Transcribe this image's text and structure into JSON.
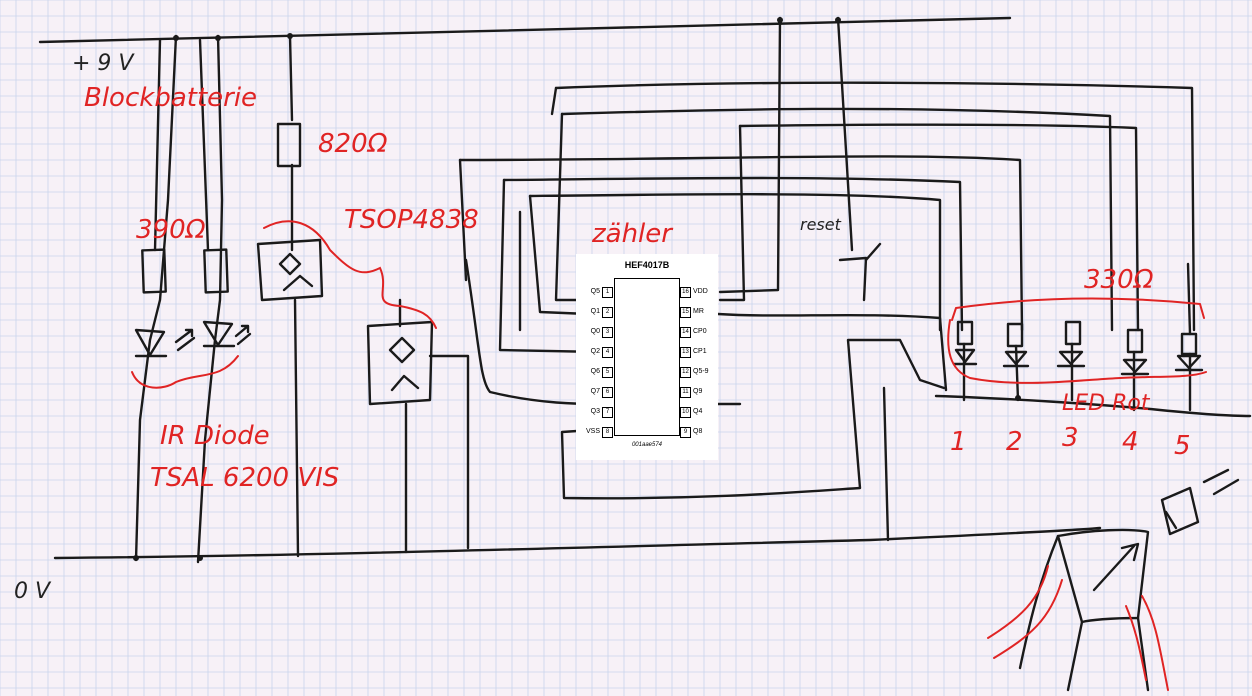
{
  "labels": {
    "supply": "+ 9 V",
    "battery": "Blockbatterie",
    "ground": "0 V",
    "r_820": "820Ω",
    "r_390": "390Ω",
    "tsop": "TSOP4838",
    "counter": "zähler",
    "reset": "reset",
    "r_330": "330Ω",
    "ir_diode": "IR Diode",
    "tsal": "TSAL 6200 VIS",
    "led_rot": "LED Rot",
    "led_numbers": [
      "1",
      "2",
      "3",
      "4",
      "5"
    ]
  },
  "chip": {
    "title": "HEF4017B",
    "code": "001aae574",
    "left_pins": [
      {
        "num": "1",
        "label": "Q5"
      },
      {
        "num": "2",
        "label": "Q1"
      },
      {
        "num": "3",
        "label": "Q0"
      },
      {
        "num": "4",
        "label": "Q2"
      },
      {
        "num": "5",
        "label": "Q6"
      },
      {
        "num": "6",
        "label": "Q7"
      },
      {
        "num": "7",
        "label": "Q3"
      },
      {
        "num": "8",
        "label": "VSS"
      }
    ],
    "right_pins": [
      {
        "num": "16",
        "label": "VDD"
      },
      {
        "num": "15",
        "label": "MR"
      },
      {
        "num": "14",
        "label": "CP0"
      },
      {
        "num": "13",
        "label": "CP1"
      },
      {
        "num": "12",
        "label": "Q5-9"
      },
      {
        "num": "11",
        "label": "Q9"
      },
      {
        "num": "10",
        "label": "Q4"
      },
      {
        "num": "9",
        "label": "Q8"
      }
    ]
  },
  "colors": {
    "ink": "#1a1a1a",
    "red_ink": "#e02424",
    "grid": "#c9d4ec",
    "paper": "#f7f1f7"
  }
}
